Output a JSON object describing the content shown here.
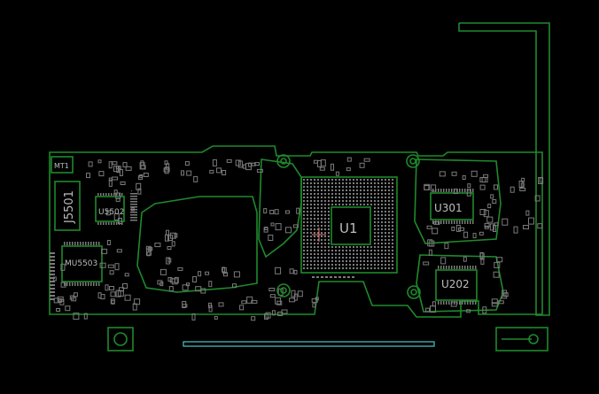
{
  "labels": {
    "mt1": "MT1",
    "j5501": "J5501",
    "u5502": "U5502",
    "mu5503": "MU5503",
    "u1": "U1",
    "u301": "U301",
    "u202": "U202"
  },
  "colors": {
    "background": "#000000",
    "outline": "#1f8a2c",
    "pad": "#7a7a7a",
    "text": "#bdbdbd",
    "highlight": "#4fc3c9"
  }
}
